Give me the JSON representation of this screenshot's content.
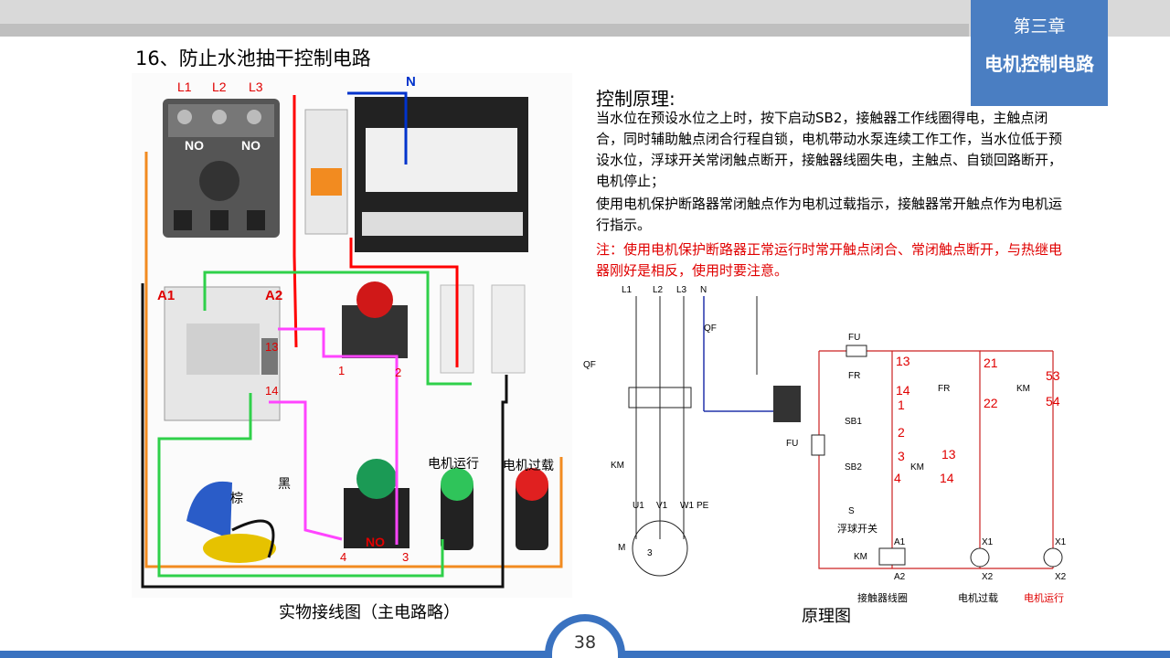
{
  "header": {
    "chapter": "第三章",
    "chapter_subtitle": "电机控制电路"
  },
  "slide": {
    "title": "16、防止水池抽干控制电路",
    "page_number": "38"
  },
  "principle": {
    "heading": "控制原理:",
    "paragraph1": "当水位在预设水位之上时，按下启动SB2，接触器工作线圈得电，主触点闭合，同时辅助触点闭合行程自锁，电机带动水泵连续工作工作，当水位低于预设水位，浮球开关常闭触点断开，接触器线圈失电，主触点、自锁回路断开，电机停止；",
    "paragraph2": "使用电机保护断路器常闭触点作为电机过载指示，接触器常开触点作为电机运行指示。",
    "note": "注：使用电机保护断路器正常运行时常开触点闭合、常闭触点断开，与热继电器刚好是相反，使用时要注意。"
  },
  "wiring_photo": {
    "caption": "实物接线图（主电路略）",
    "labels": {
      "l1": "L1",
      "l2": "L2",
      "l3": "L3",
      "n": "N",
      "no_left": "NO",
      "no_right": "NO",
      "no_button": "NO",
      "a1": "A1",
      "a2": "A2",
      "t13": "13",
      "t14": "14",
      "t1": "1",
      "t2": "2",
      "t3": "3",
      "t4": "4",
      "brown": "棕",
      "black": "黑",
      "run_lamp": "电机运行",
      "overload_lamp": "电机过载"
    }
  },
  "schematic": {
    "caption": "原理图",
    "labels": {
      "l1": "L1",
      "l2": "L2",
      "l3": "L3",
      "n": "N",
      "qf": "QF",
      "qf2": "QF",
      "km": "KM",
      "fu": "FU",
      "fu2": "FU",
      "fr": "FR",
      "fr2": "FR",
      "sb1": "SB1",
      "sb2": "SB2",
      "km2": "KM",
      "km3": "KM",
      "km4": "KM",
      "s": "S",
      "float_switch": "浮球开关",
      "n13": "13",
      "n14": "14",
      "n1": "1",
      "n2": "2",
      "n3": "3",
      "n4": "4",
      "n13b": "13",
      "n14b": "14",
      "n21": "21",
      "n22": "22",
      "n53": "53",
      "n54": "54",
      "a1": "A1",
      "a2": "A2",
      "x1a": "X1",
      "x2a": "X2",
      "x1b": "X1",
      "x2b": "X2",
      "u1": "U1",
      "v1": "V1",
      "w1": "W1",
      "pe": "PE",
      "m": "M",
      "m3": "3",
      "coil": "接触器线圈",
      "overload": "电机过载",
      "running": "电机运行"
    }
  }
}
